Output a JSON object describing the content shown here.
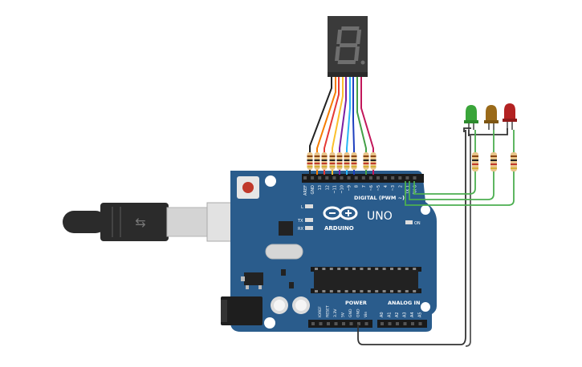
{
  "colors": {
    "board": "#2a5c8c",
    "board_dark": "#1c4670",
    "header": "#1a1a1a",
    "silk": "#ffffff",
    "led_green": "#3aa53a",
    "led_yellow": "#9a6a1a",
    "led_red": "#b32222",
    "wire_green": "#4caf50",
    "wire_black": "#222222",
    "display_body": "#3a3a3a",
    "segment_off": "#6a6a6a",
    "resistor_body": "#e8c48a",
    "usb_body": "#2b2b2b",
    "usb_metal": "#cfcfcf"
  },
  "board": {
    "logo_text": "ARDUINO",
    "model": "UNO",
    "digital_label": "DIGITAL (PWM ~)",
    "power_label": "POWER",
    "analog_label": "ANALOG IN",
    "on_label": "ON",
    "led_l": "L",
    "led_tx": "TX",
    "led_rx": "RX",
    "top_pins": [
      "AREF",
      "GND",
      "13",
      "12",
      "~11",
      "~10",
      "~9",
      "8",
      "7",
      "~6",
      "~5",
      "4",
      "~3",
      "2",
      "TX 1",
      "RX 0"
    ],
    "power_pins": [
      "IOREF",
      "RESET",
      "3.3V",
      "5V",
      "GND",
      "GND",
      "Vin"
    ],
    "analog_pins": [
      "A0",
      "A1",
      "A2",
      "A3",
      "A4",
      "A5"
    ]
  },
  "display": {
    "digit_icon": "seven-segment-digit-8"
  },
  "leds": [
    {
      "color": "green"
    },
    {
      "color": "yellow"
    },
    {
      "color": "red"
    }
  ]
}
